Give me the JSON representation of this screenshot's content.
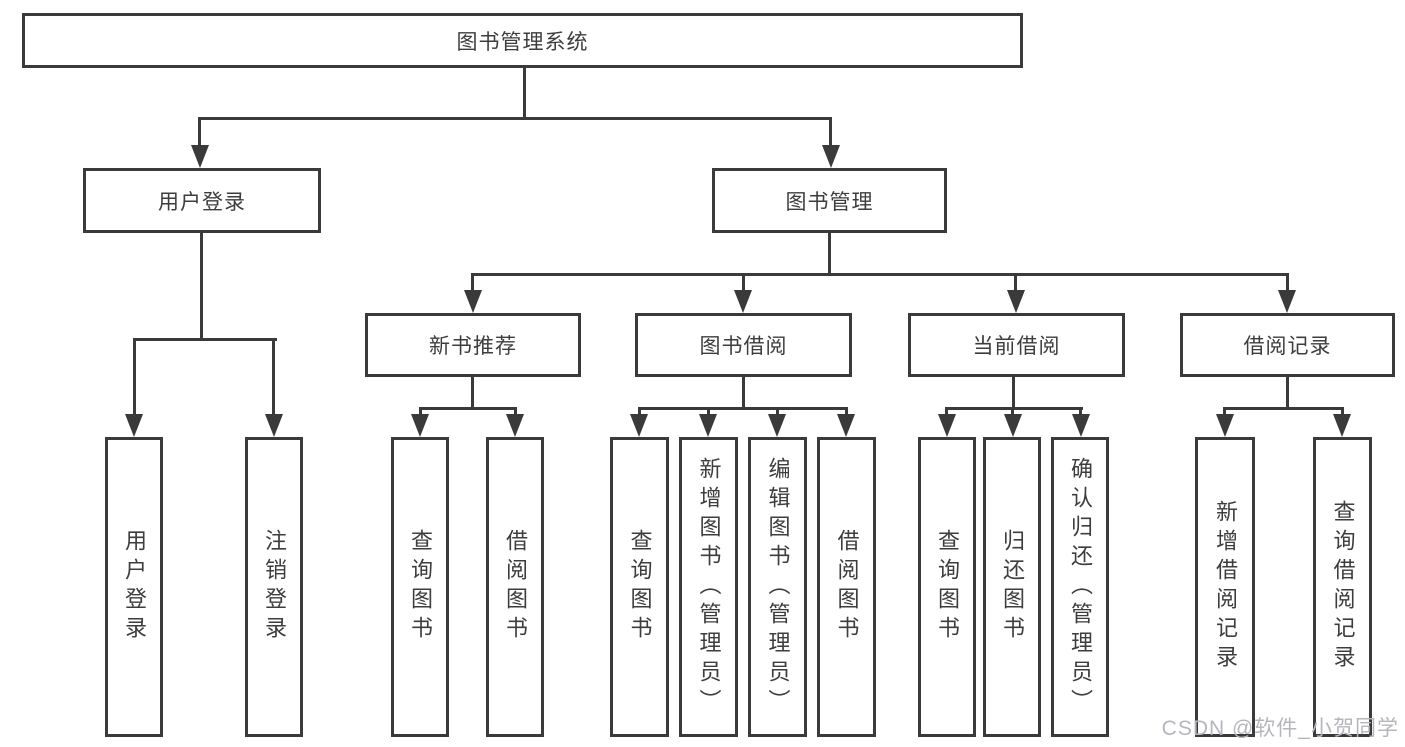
{
  "diagram": {
    "root": "图书管理系统",
    "level2": {
      "user_login": "用户登录",
      "book_management": "图书管理"
    },
    "level3": {
      "new_book_recommendation": "新书推荐",
      "book_borrowing": "图书借阅",
      "current_borrowing": "当前借阅",
      "borrowing_records": "借阅记录"
    },
    "leaves": {
      "user_login": "用户登录",
      "logout": "注销登录",
      "nb_query_books": "查询图书",
      "nb_borrow_books": "借阅图书",
      "bb_query_books": "查询图书",
      "bb_add_books_admin": "新增图书（管理员）",
      "bb_edit_books_admin": "编辑图书（管理员）",
      "bb_borrow_books": "借阅图书",
      "cb_query_books": "查询图书",
      "cb_return_books": "归还图书",
      "cb_confirm_return_admin": "确认归还（管理员）",
      "br_add_record": "新增借阅记录",
      "br_query_record": "查询借阅记录"
    },
    "watermark": "CSDN @软件_小贺同学",
    "colors": {
      "line": "#3a3a3a",
      "text": "#3d3d3d",
      "watermark": "#b5b5bd",
      "background": "#ffffff"
    }
  }
}
